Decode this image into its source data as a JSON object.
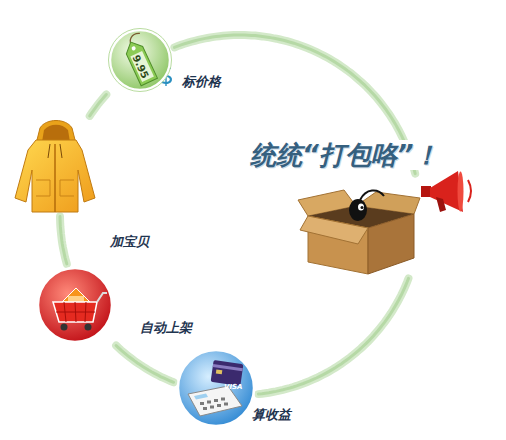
{
  "diagram": {
    "nodes": [
      {
        "text": [
          "9.95",
          "标价格"
        ]
      },
      {
        "text": [
          "加宝贝"
        ]
      },
      {
        "text": [
          "自动上架"
        ]
      },
      {
        "text": [
          "算收益"
        ]
      },
      {
        "text": [
          "统统“打包咯”！"
        ]
      }
    ],
    "edges": [
      {
        "from": 0,
        "to": 1,
        "arrow": "none"
      },
      {
        "from": 1,
        "to": 2,
        "arrow": "none"
      },
      {
        "from": 2,
        "to": 3,
        "arrow": "none"
      },
      {
        "from": 3,
        "to": 4,
        "arrow": "none"
      },
      {
        "from": 4,
        "to": 0,
        "arrow": "none"
      }
    ],
    "labels": [
      "VISA"
    ]
  }
}
